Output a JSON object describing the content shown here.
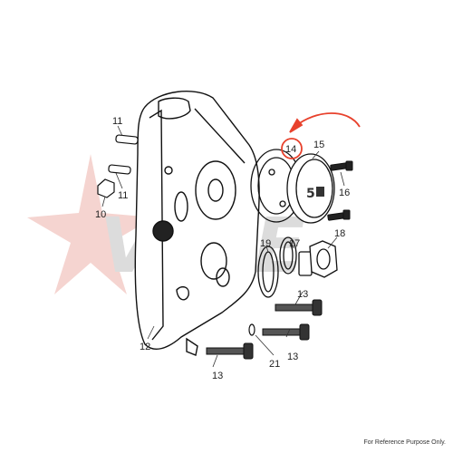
{
  "diagram": {
    "part_callouts": [
      {
        "id": "c-11a",
        "label": "11"
      },
      {
        "id": "c-11b",
        "label": "11"
      },
      {
        "id": "c-10",
        "label": "10"
      },
      {
        "id": "c-12",
        "label": "12"
      },
      {
        "id": "c-13a",
        "label": "13"
      },
      {
        "id": "c-13b",
        "label": "13"
      },
      {
        "id": "c-13c",
        "label": "13"
      },
      {
        "id": "c-14",
        "label": "14"
      },
      {
        "id": "c-15",
        "label": "15"
      },
      {
        "id": "c-16",
        "label": "16"
      },
      {
        "id": "c-17",
        "label": "17"
      },
      {
        "id": "c-18",
        "label": "18"
      },
      {
        "id": "c-19",
        "label": "19"
      },
      {
        "id": "c-21",
        "label": "21"
      }
    ],
    "highlight": {
      "label": "14",
      "color": "#e8412c"
    },
    "watermark": {
      "text": "VICE",
      "color": "#e0e0e0",
      "star_color": "#f3c9c4"
    }
  },
  "footer": {
    "text": "For Reference Purpose Only."
  }
}
